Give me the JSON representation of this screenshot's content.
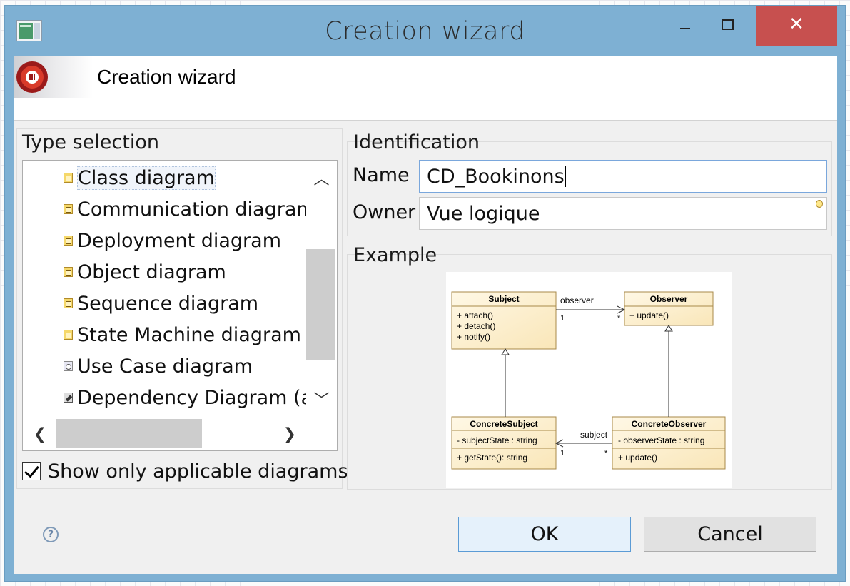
{
  "window": {
    "title": "Creation wizard",
    "close_glyph": "✕"
  },
  "header": {
    "title": "Creation wizard"
  },
  "type_selection": {
    "label": "Type selection",
    "items": [
      {
        "label": "Class diagram",
        "icon": "class-diagram-icon",
        "selected": true
      },
      {
        "label": "Communication diagram",
        "icon": "communication-diagram-icon"
      },
      {
        "label": "Deployment diagram",
        "icon": "deployment-diagram-icon"
      },
      {
        "label": "Object diagram",
        "icon": "object-diagram-icon"
      },
      {
        "label": "Sequence diagram",
        "icon": "sequence-diagram-icon"
      },
      {
        "label": "State Machine diagram",
        "icon": "state-machine-diagram-icon"
      },
      {
        "label": "Use Case diagram",
        "icon": "use-case-diagram-icon"
      },
      {
        "label": "Dependency Diagram (a",
        "icon": "dependency-diagram-icon"
      }
    ],
    "up_arrow": "︿",
    "down_arrow": "﹀",
    "left_arrow": "❮",
    "right_arrow": "❯"
  },
  "show_applicable": {
    "label": "Show only applicable diagrams",
    "checked": true
  },
  "identification": {
    "label": "Identification",
    "name_label": "Name",
    "name_value": "CD_Bookinons",
    "owner_label": "Owner",
    "owner_value": "Vue logique"
  },
  "example": {
    "label": "Example",
    "uml": {
      "subject": {
        "name": "Subject",
        "ops": [
          "+ attach()",
          "+ detach()",
          "+ notify()"
        ]
      },
      "observer": {
        "name": "Observer",
        "ops": [
          "+ update()"
        ]
      },
      "concrete_subject": {
        "name": "ConcreteSubject",
        "attrs": [
          "- subjectState : string"
        ],
        "ops": [
          "+ getState(): string"
        ]
      },
      "concrete_observer": {
        "name": "ConcreteObserver",
        "attrs": [
          "- observerState : string"
        ],
        "ops": [
          "+ update()"
        ]
      },
      "assoc_top": {
        "label": "observer",
        "mult_left": "1",
        "mult_right": "*"
      },
      "assoc_bottom": {
        "label": "subject",
        "mult_left": "1",
        "mult_right": "*"
      }
    }
  },
  "footer": {
    "help": "?",
    "ok": "OK",
    "cancel": "Cancel"
  }
}
